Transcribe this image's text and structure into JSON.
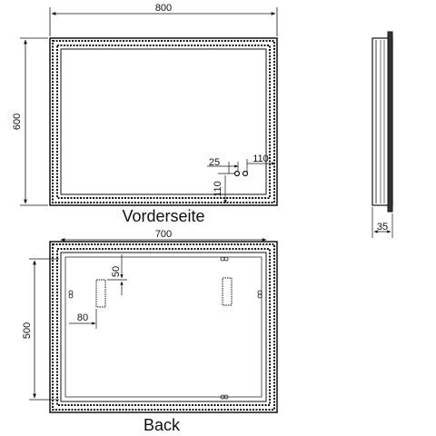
{
  "front": {
    "caption": "Vorderseite",
    "width_label": "800",
    "height_label": "600",
    "switch_offset_x_label": "25",
    "switch_edge_x_label": "110",
    "switch_edge_y_label": "110"
  },
  "side": {
    "depth_label": "35"
  },
  "back": {
    "caption": "Back",
    "bracket_width_label": "700",
    "bracket_height_label": "500",
    "bracket_offset_y_label": "50",
    "bracket_offset_x_label": "80"
  },
  "colors": {
    "line": "#111111",
    "frame_fill": "#333333"
  }
}
